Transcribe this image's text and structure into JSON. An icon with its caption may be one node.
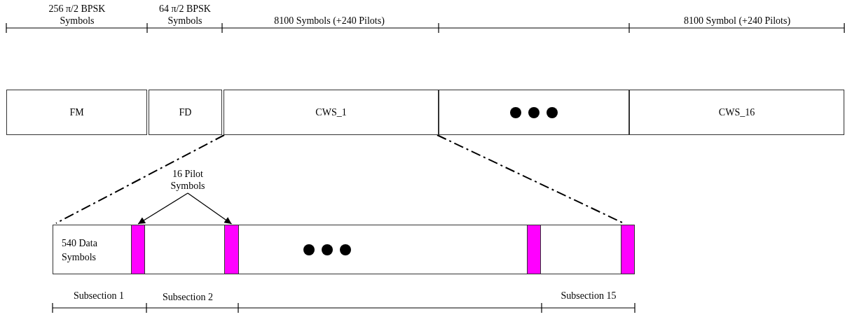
{
  "diagram": {
    "nodes": [
      {
        "text": [
          "FM"
        ]
      },
      {
        "text": [
          "FD"
        ]
      },
      {
        "text": [
          "CWS_1"
        ]
      },
      {
        "text": [],
        "shape": "box"
      },
      {
        "text": [
          "CWS_16"
        ]
      },
      {
        "text": [
          "540 Data Symbols"
        ]
      },
      {
        "text": [],
        "shape": "bar",
        "in": 5
      },
      {
        "text": [],
        "shape": "bar",
        "in": 5
      },
      {
        "text": [],
        "shape": "bar",
        "in": 5
      },
      {
        "text": [],
        "shape": "bar",
        "in": 5
      },
      {
        "text": [
          "16 Pilot Symbols"
        ]
      }
    ],
    "edges": [
      {
        "from": 2,
        "to": 5,
        "arrow": "none",
        "style": "dashed"
      },
      {
        "from": 2,
        "to": 5,
        "arrow": "none",
        "style": "dashed"
      },
      {
        "from": 10,
        "to": 6,
        "arrow": "to"
      },
      {
        "from": 10,
        "to": 7,
        "arrow": "to"
      }
    ],
    "labels": [
      "256 π/2 BPSK Symbols",
      "64 π/2 BPSK Symbols",
      "8100 Symbols (+240 Pilots)",
      "8100 Symbol (+240 Pilots)",
      "Subsection 1",
      "Subsection 2",
      "Subsection 15"
    ]
  }
}
